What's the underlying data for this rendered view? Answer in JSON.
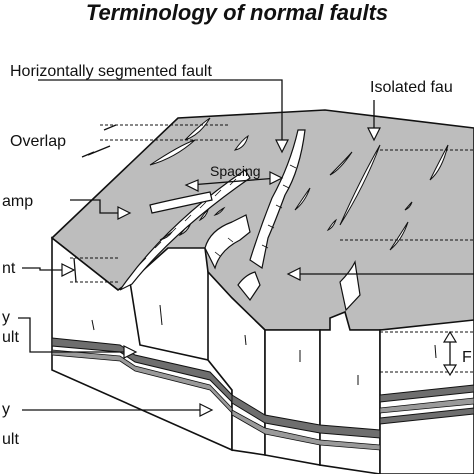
{
  "title": "Terminology of normal faults",
  "labels": {
    "horizontally_segmented_fault": "Horizontally segmented fault",
    "isolated_fault": "Isolated fau",
    "overlap": "Overlap",
    "spacing": "Spacing",
    "ramp": "amp",
    "nt": "nt",
    "fault_left_top_1": "y",
    "fault_left_top_2": "ult",
    "fault_left_bottom_1": "y",
    "fault_left_bottom_2": "ult",
    "right_letter": "F"
  },
  "colors": {
    "surface": "#bdbdbd",
    "side": "#ffffff",
    "layer_dark": "#6e6e6e",
    "layer_mid": "#9a9a9a",
    "line": "#111111"
  }
}
